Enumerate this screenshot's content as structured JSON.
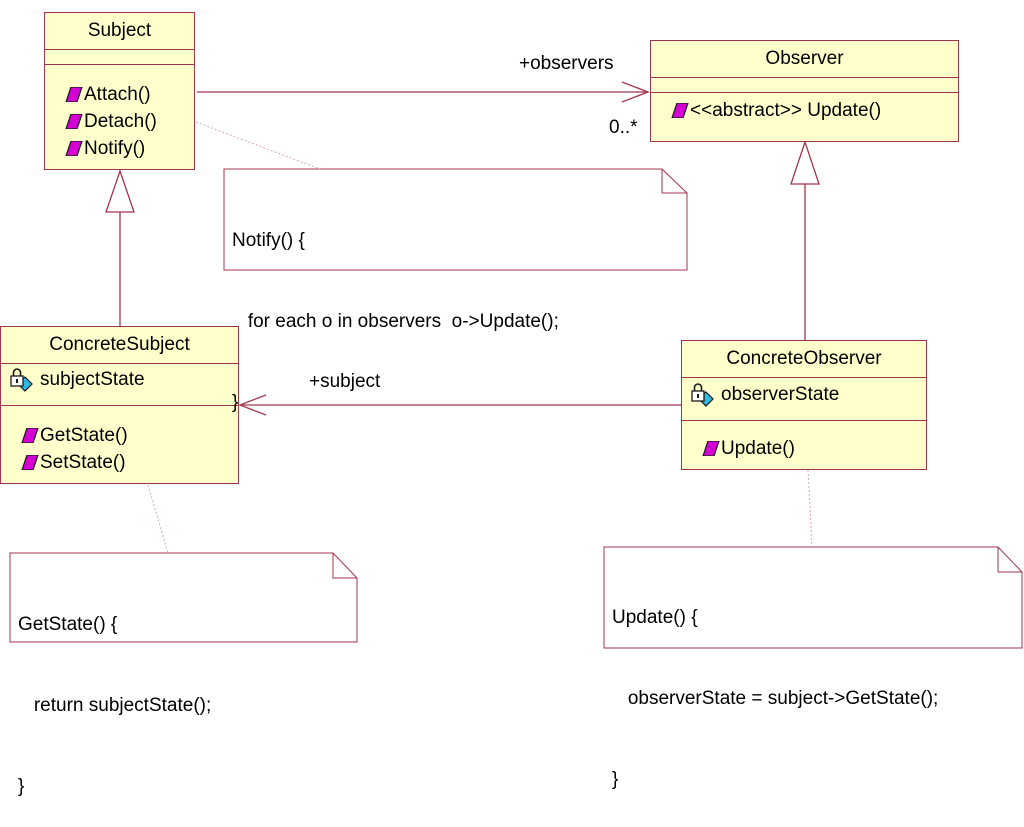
{
  "classes": {
    "subject": {
      "name": "Subject",
      "operations": [
        "Attach()",
        "Detach()",
        "Notify()"
      ]
    },
    "observer": {
      "name": "Observer",
      "operations": [
        "<<abstract>> Update()"
      ]
    },
    "concrete_subject": {
      "name": "ConcreteSubject",
      "attributes": [
        "subjectState"
      ],
      "operations": [
        "GetState()",
        "SetState()"
      ]
    },
    "concrete_observer": {
      "name": "ConcreteObserver",
      "attributes": [
        "observerState"
      ],
      "operations": [
        "Update()"
      ]
    }
  },
  "notes": {
    "notify": {
      "lines": [
        "Notify() {",
        "   for each o in observers  o->Update();",
        "}"
      ]
    },
    "getstate": {
      "lines": [
        "GetState() {",
        "   return subjectState();",
        "}"
      ]
    },
    "update": {
      "lines": [
        "Update() {",
        "   observerState = subject->GetState();",
        "}"
      ]
    }
  },
  "associations": {
    "observers": {
      "role": "+observers",
      "multiplicity": "0..*"
    },
    "subject": {
      "role": "+subject"
    }
  },
  "colors": {
    "line": "#a0364e",
    "class_fill": "#ffffcc",
    "note_fill": "#ffffff",
    "op_icon": "#d400d4",
    "attr_icon": "#2fb9e0"
  },
  "icons": {
    "operation": "public-operation-icon",
    "attribute": "private-attribute-lock-icon"
  }
}
